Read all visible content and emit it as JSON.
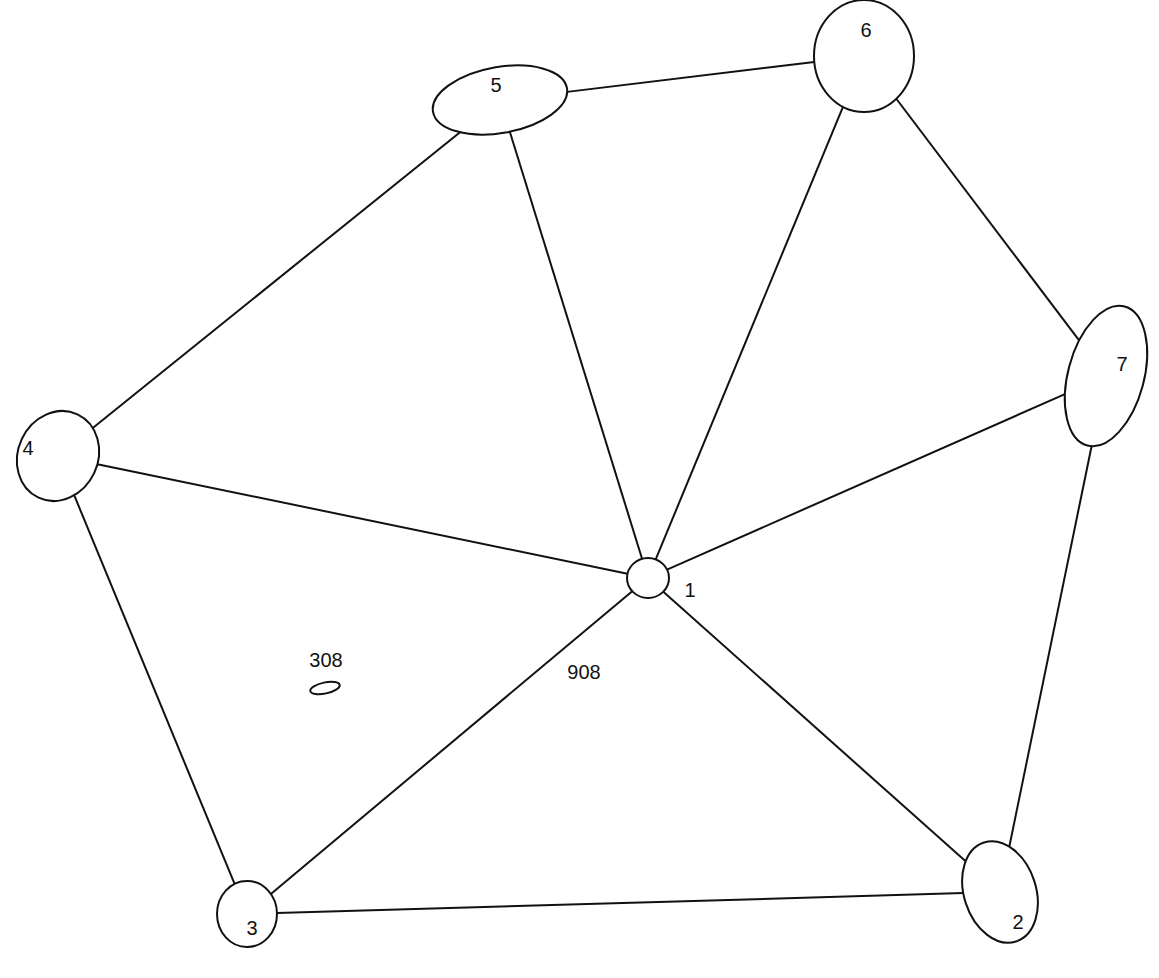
{
  "diagram": {
    "nodes": [
      {
        "text": [
          "1"
        ]
      },
      {
        "text": [
          "2"
        ]
      },
      {
        "text": [
          "3"
        ]
      },
      {
        "text": [
          "4"
        ]
      },
      {
        "text": [
          "5"
        ]
      },
      {
        "text": [
          "6"
        ]
      },
      {
        "text": [
          "7"
        ]
      }
    ],
    "edges": [
      {
        "from": 3,
        "to": 4,
        "arrow": "none"
      },
      {
        "from": 4,
        "to": 5,
        "arrow": "none"
      },
      {
        "from": 5,
        "to": 6,
        "arrow": "none"
      },
      {
        "from": 6,
        "to": 1,
        "arrow": "none"
      },
      {
        "from": 1,
        "to": 2,
        "arrow": "none"
      },
      {
        "from": 2,
        "to": 3,
        "arrow": "none"
      },
      {
        "from": 0,
        "to": 1,
        "arrow": "none"
      },
      {
        "from": 0,
        "to": 2,
        "arrow": "none"
      },
      {
        "from": 0,
        "to": 3,
        "arrow": "none"
      },
      {
        "from": 0,
        "to": 4,
        "arrow": "none"
      },
      {
        "from": 0,
        "to": 5,
        "arrow": "none"
      },
      {
        "from": 0,
        "to": 6,
        "arrow": "none"
      }
    ],
    "labels": [
      "308",
      "908"
    ]
  }
}
